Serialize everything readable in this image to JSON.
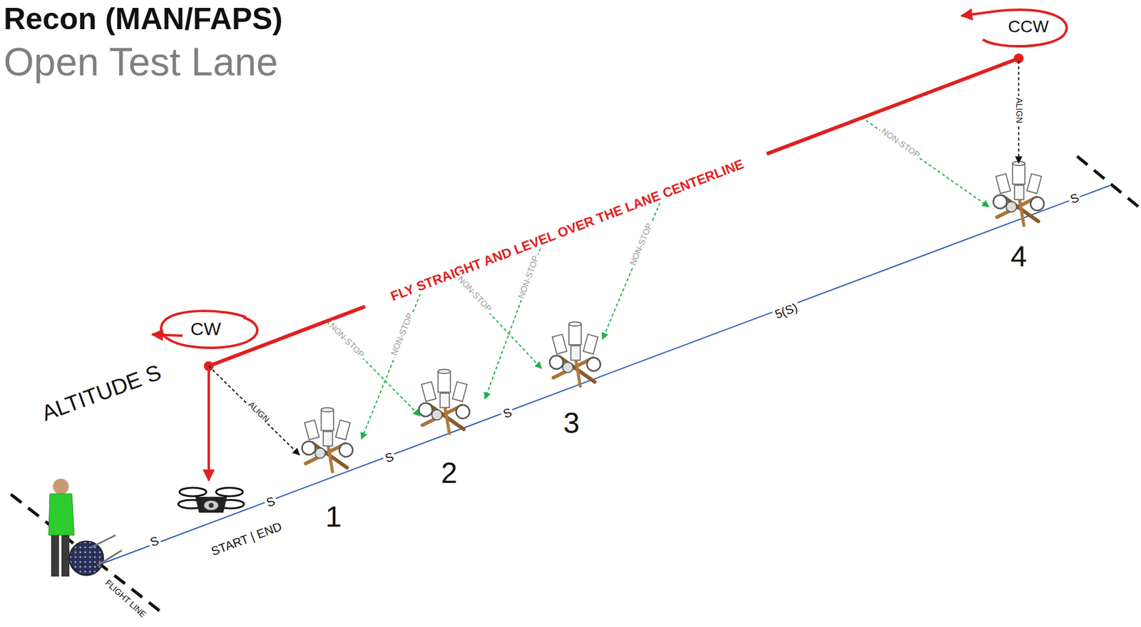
{
  "diagram": {
    "title": "Recon (MAN/FAPS)",
    "labels": [
      "Open Test Lane",
      "ALTITUDE S",
      "CW",
      "CCW",
      "FLY STRAIGHT AND LEVEL OVER THE LANE CENTERLINE",
      "ALIGN",
      "ALIGN",
      "NON-STOP",
      "NON-STOP",
      "NON-STOP",
      "NON-STOP",
      "NON-STOP",
      "NON-STOP",
      "1",
      "2",
      "3",
      "4",
      "S",
      "S",
      "S",
      "S",
      "5(S)",
      "S",
      "START | END",
      "FLIGHT LINE"
    ]
  }
}
